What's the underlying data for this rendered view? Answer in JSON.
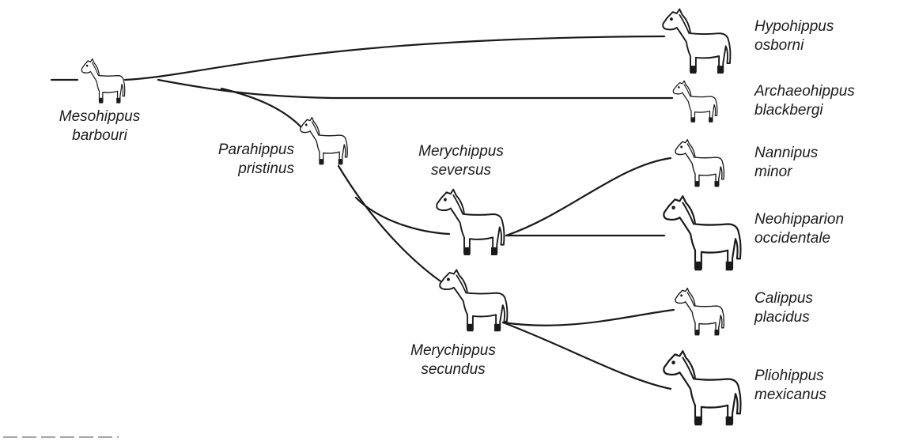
{
  "taxa": {
    "mesohippus": {
      "genus": "Mesohippus",
      "species": "barbouri"
    },
    "parahippus": {
      "genus": "Parahippus",
      "species": "pristinus"
    },
    "merych_sev": {
      "genus": "Merychippus",
      "species": "seversus"
    },
    "merych_sec": {
      "genus": "Merychippus",
      "species": "secundus"
    },
    "hypohippus": {
      "genus": "Hypohippus",
      "species": "osborni"
    },
    "archaeohippus": {
      "genus": "Archaeohippus",
      "species": "blackbergi"
    },
    "nannipus": {
      "genus": "Nannipus",
      "species": "minor"
    },
    "neohipparion": {
      "genus": "Neohipparion",
      "species": "occidentale"
    },
    "calippus": {
      "genus": "Calippus",
      "species": "placidus"
    },
    "pliohippus": {
      "genus": "Pliohippus",
      "species": "mexicanus"
    }
  },
  "colors": {
    "ink": "#1a1a1a",
    "background": "#ffffff"
  }
}
